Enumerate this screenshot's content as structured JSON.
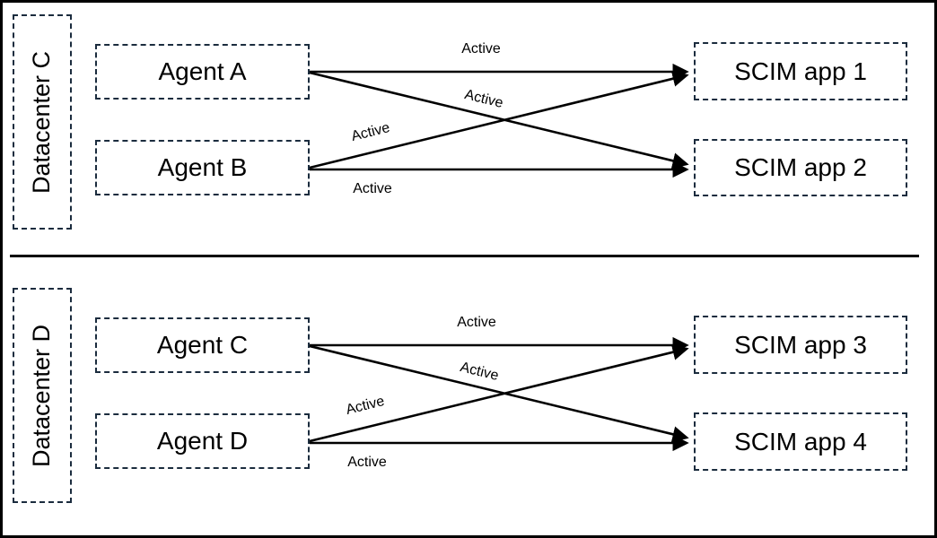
{
  "colors": {
    "frame_border": "#000000",
    "box_border": "#1b2c3e",
    "arrow": "#000000",
    "background": "#ffffff",
    "text": "#000000"
  },
  "sections": [
    {
      "datacenter_label": "Datacenter C",
      "agents": [
        {
          "label": "Agent A"
        },
        {
          "label": "Agent B"
        }
      ],
      "apps": [
        {
          "label": "SCIM app 1"
        },
        {
          "label": "SCIM app 2"
        }
      ],
      "connections": [
        {
          "from": "Agent A",
          "to": "SCIM app 1",
          "label": "Active"
        },
        {
          "from": "Agent A",
          "to": "SCIM app 2",
          "label": "Active"
        },
        {
          "from": "Agent B",
          "to": "SCIM app 1",
          "label": "Active"
        },
        {
          "from": "Agent B",
          "to": "SCIM app 2",
          "label": "Active"
        }
      ]
    },
    {
      "datacenter_label": "Datacenter D",
      "agents": [
        {
          "label": "Agent C"
        },
        {
          "label": "Agent D"
        }
      ],
      "apps": [
        {
          "label": "SCIM app 3"
        },
        {
          "label": "SCIM app 4"
        }
      ],
      "connections": [
        {
          "from": "Agent C",
          "to": "SCIM app 3",
          "label": "Active"
        },
        {
          "from": "Agent C",
          "to": "SCIM app 4",
          "label": "Active"
        },
        {
          "from": "Agent D",
          "to": "SCIM app 3",
          "label": "Active"
        },
        {
          "from": "Agent D",
          "to": "SCIM app 4",
          "label": "Active"
        }
      ]
    }
  ]
}
